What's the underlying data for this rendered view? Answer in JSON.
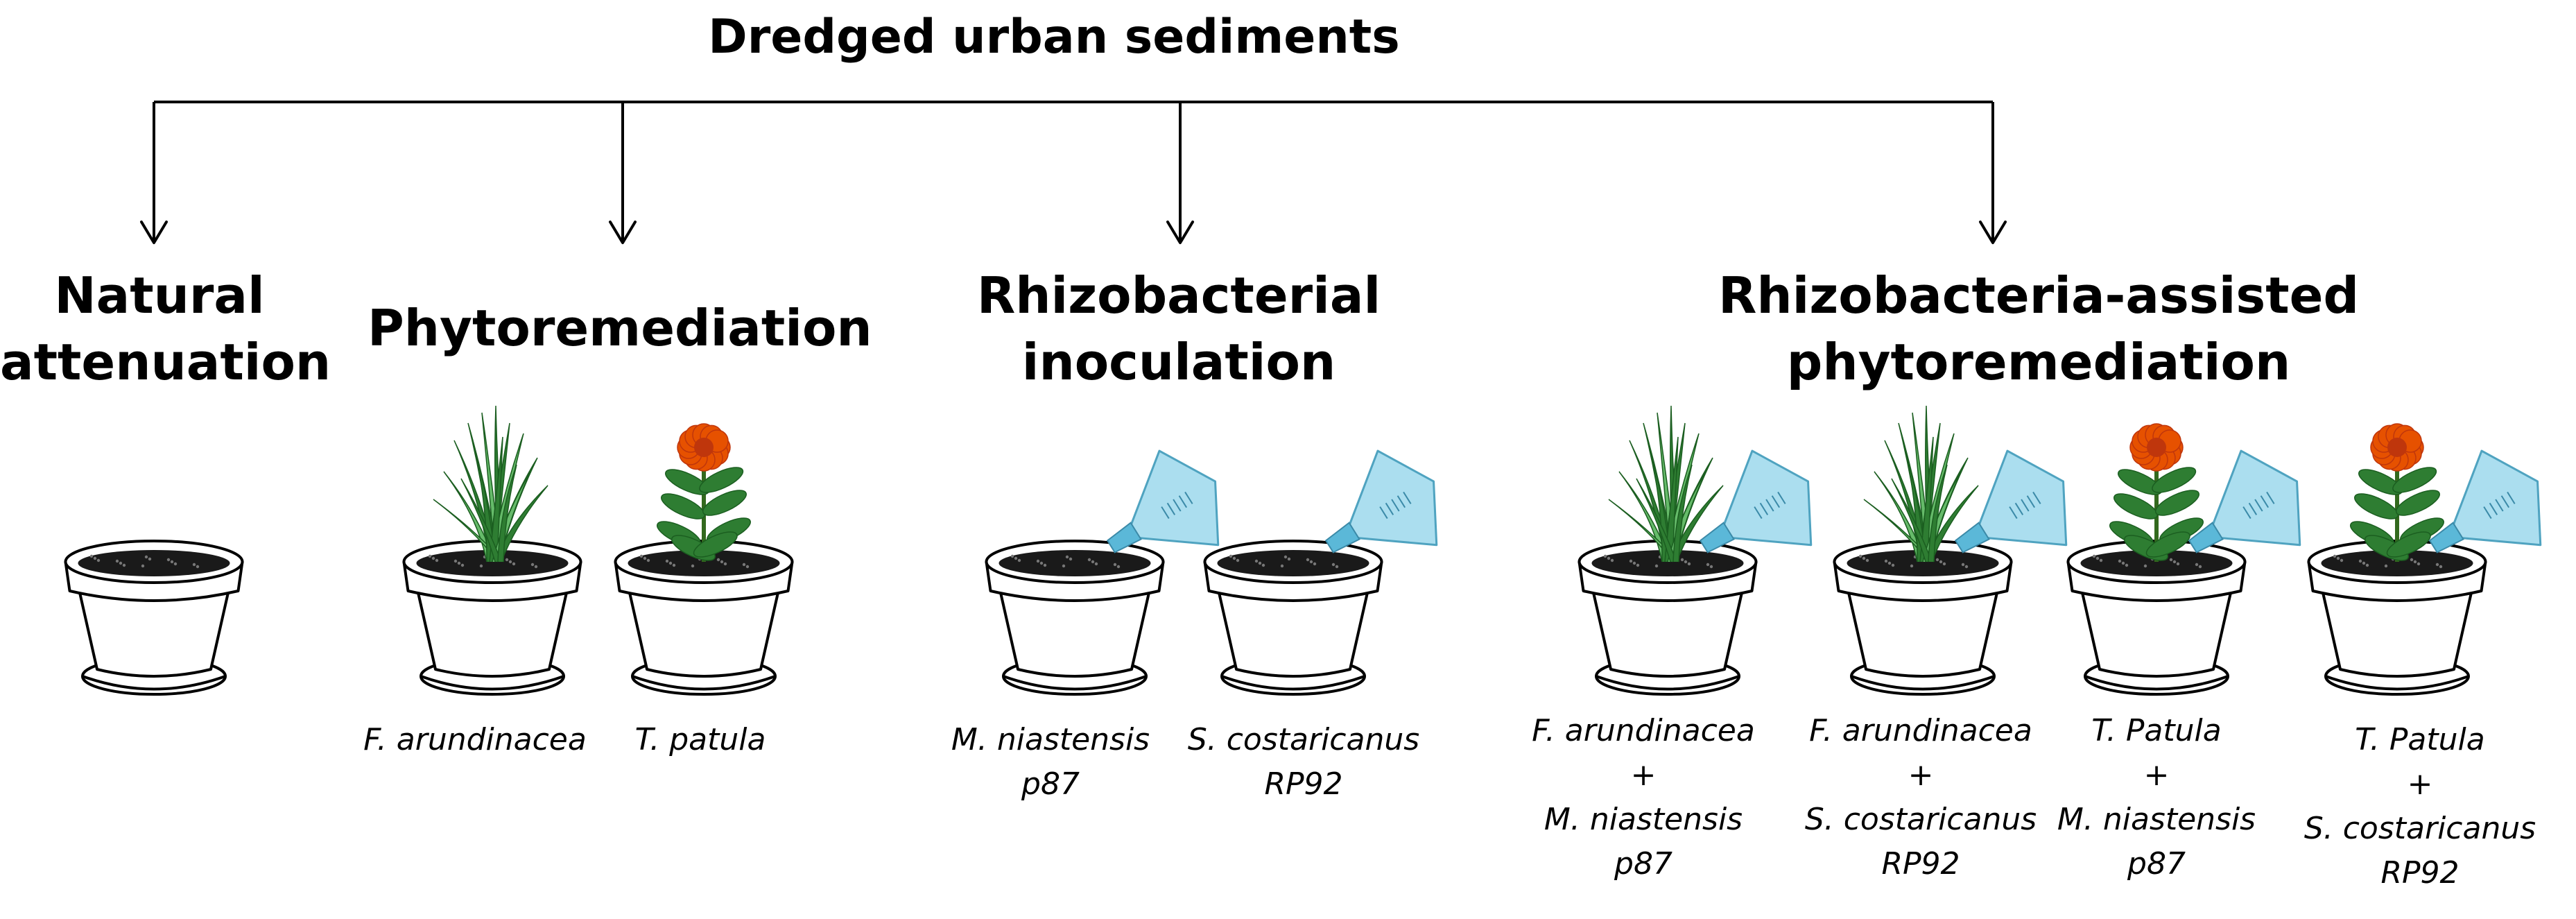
{
  "title": "Dredged  urban sediments",
  "treatments": [
    {
      "heading": [
        "Natural",
        "attenuation"
      ],
      "pots": [
        {
          "plant": "none",
          "inoculant": false,
          "label": []
        }
      ]
    },
    {
      "heading": [
        "Phytoremediation"
      ],
      "pots": [
        {
          "plant": "grass",
          "inoculant": false,
          "label": [
            "F. arundinacea"
          ]
        },
        {
          "plant": "marigold",
          "inoculant": false,
          "label": [
            "T. patula"
          ]
        }
      ]
    },
    {
      "heading": [
        "Rhizobacterial",
        "inoculation"
      ],
      "pots": [
        {
          "plant": "none",
          "inoculant": true,
          "label": [
            "M. niastensis",
            "p87"
          ]
        },
        {
          "plant": "none",
          "inoculant": true,
          "label": [
            "S. costaricanus",
            "RP92"
          ]
        }
      ]
    },
    {
      "heading": [
        "Rhizobacteria-assisted",
        "phytoremediation"
      ],
      "pots": [
        {
          "plant": "grass",
          "inoculant": true,
          "label": [
            "F. arundinacea",
            "+",
            "M. niastensis",
            "p87"
          ]
        },
        {
          "plant": "grass",
          "inoculant": true,
          "label": [
            "F. arundinacea",
            "+",
            "S. costaricanus",
            "RP92"
          ]
        },
        {
          "plant": "marigold",
          "inoculant": true,
          "label": [
            "T. Patula",
            "+",
            "M. niastensis",
            "p87"
          ]
        },
        {
          "plant": "marigold",
          "inoculant": true,
          "label": [
            "T. Patula",
            "+",
            "S. costaricanus",
            "RP92"
          ]
        }
      ]
    }
  ],
  "colors": {
    "line": "#000000",
    "soil": "#1a1a1a",
    "leaf": "#2e7d32",
    "leaf_light": "#66bb6a",
    "flower": "#e65100",
    "flower_center": "#bf360c",
    "bottle": "#8fd3ea"
  }
}
